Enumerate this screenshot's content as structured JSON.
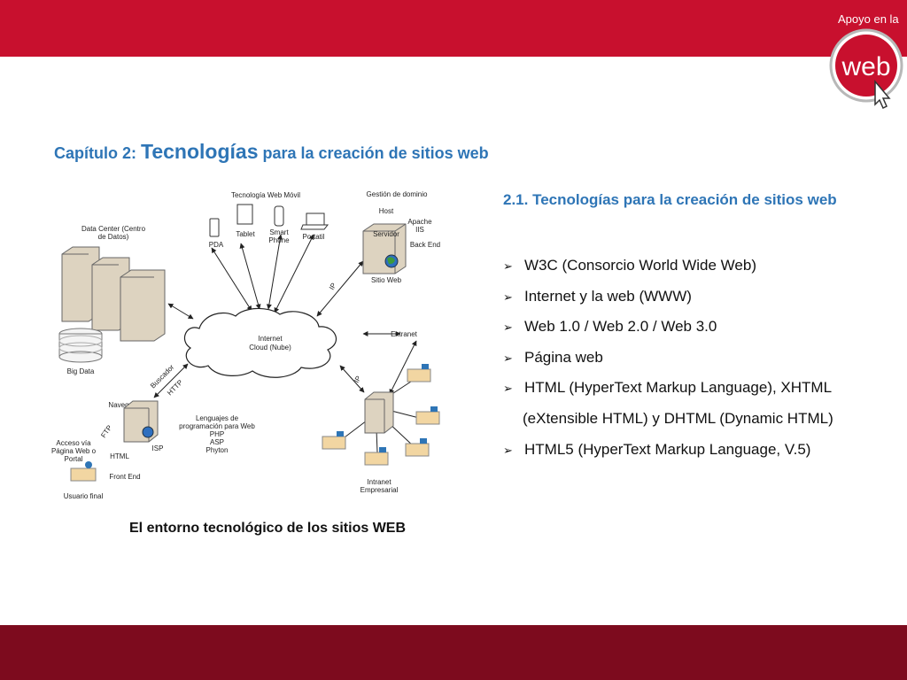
{
  "header": {
    "brand_text": "Apoyo en la",
    "logo_text": "web"
  },
  "slide": {
    "title_prefix": "Capítulo 2: ",
    "title_emphasis": "Tecnologías",
    "title_suffix": " para la creación de sitios web",
    "section_title": "2.1. Tecnologías para la creación de sitios web",
    "bullets": [
      " W3C (Consorcio World Wide Web)",
      "Internet y la web (WWW)",
      "Web 1.0 / Web 2.0 / Web 3.0",
      "Página web",
      "HTML (HyperText Markup Language), XHTML"
    ],
    "bullet_continuation": "(eXtensible HTML) y DHTML (Dynamic HTML)",
    "bullet_last": "HTML5 (HyperText Markup Language, V.5)",
    "caption": "El entorno tecnológico de los sitios WEB"
  },
  "diagram": {
    "cloud": [
      "Internet",
      "Cloud (Nube)"
    ],
    "mobile_title": "Tecnología Web Móvil",
    "devices": [
      "PDA",
      "Tablet",
      "Smart",
      "Phone",
      "Portatil"
    ],
    "domain_title": "Gestión de dominio",
    "host": "Host",
    "server": "Servidor",
    "apache": "Apache",
    "iis": "IIS",
    "back_end": "Back End",
    "sitio_web": "Sitio Web",
    "ip": "IP",
    "datacenter": [
      "Data Center (Centro",
      "de Datos)"
    ],
    "big_data": "Big Data",
    "buscador": "Buscador",
    "http": "HTTP",
    "navegador": "Navegador",
    "ftp": "FTP",
    "html": "HTML",
    "isp": "ISP",
    "lenguajes": [
      "Lenguajes de",
      "programación para Web",
      "PHP",
      "ASP",
      "Phyton"
    ],
    "acceso": [
      "Acceso vía",
      "Página Web o",
      "Portal"
    ],
    "front_end": "Front End",
    "usuario": "Usuario final",
    "extranet": "Extranet",
    "intranet": [
      "Intranet",
      "Empresarial"
    ]
  },
  "colors": {
    "top_bar": "#c8102e",
    "bottom_bar": "#7d0b1e",
    "accent_blue": "#2e75b6"
  }
}
